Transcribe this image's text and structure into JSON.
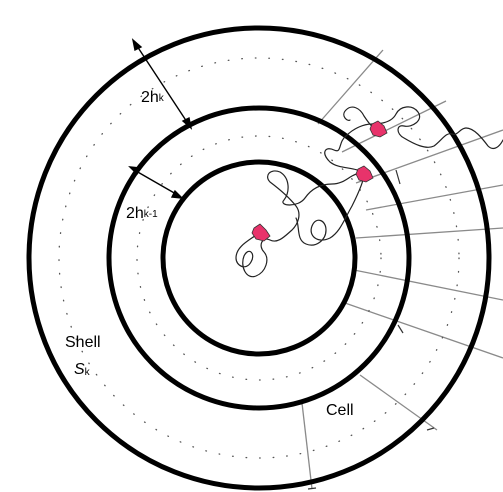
{
  "labels": {
    "outer_width": {
      "base": "2h",
      "sub": "k"
    },
    "inner_width": {
      "base": "2h",
      "sub": "k-1"
    },
    "shell_word": "Shell",
    "shell_symbol": {
      "base": "S",
      "sub": "k"
    },
    "cell": "Cell"
  },
  "colors": {
    "ring": "#000000",
    "dotted": "#555555",
    "cell_boundary": "#8a8a8a",
    "path": "#222222",
    "particle": "#e8336b"
  }
}
